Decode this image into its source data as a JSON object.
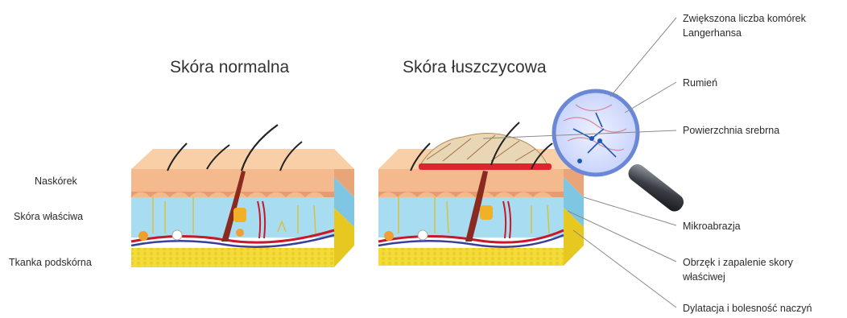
{
  "titles": {
    "normal": "Skóra normalna",
    "psoriatic": "Skóra łuszczycowa"
  },
  "left_labels": {
    "epidermis": "Naskórek",
    "dermis": "Skóra właściwa",
    "subcutis": "Tkanka podskórna"
  },
  "right_labels": {
    "langerhans_line1": "Zwiększona liczba komórek",
    "langerhans_line2": "Langerhansa",
    "erythema": "Rumień",
    "silver_surface": "Powierzchnia srebrna",
    "microabrasion": "Mikroabrazja",
    "edema_line1": "Obrzęk i zapalenie skory",
    "edema_line2": "właściwej",
    "dilatation": "Dylatacja i bolesność naczyń"
  },
  "colors": {
    "epidermis": "#f4b98c",
    "epidermis_top": "#f9cfa8",
    "papillae": "#e89a70",
    "dermis": "#a8dcf0",
    "dermis_side": "#7fc6e2",
    "fat": "#f2dc3a",
    "fat_side": "#e6c820",
    "vessel_red": "#c8182a",
    "vessel_blue": "#3a3f9a",
    "plaque": "#e8d6b4",
    "plaque_red": "#e0232e",
    "lens_rim": "#6b88d6",
    "handle": "#3a3d44",
    "leader": "#8a8a8a"
  }
}
